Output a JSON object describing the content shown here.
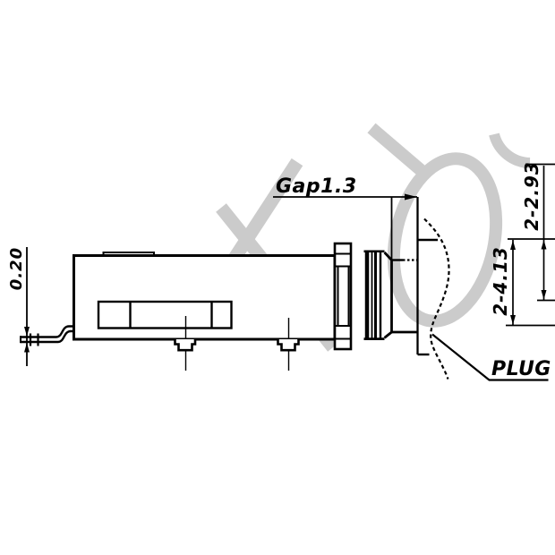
{
  "drawing": {
    "type": "engineering-cross-section",
    "subject": "audio jack connector with mating plug",
    "dimensions": {
      "gap": "Gap1.3",
      "lead_thickness": "0.20",
      "right_upper": "2-2.93",
      "right_lower": "2-4.13"
    },
    "callouts": {
      "plug": "PLUG"
    },
    "colors": {
      "line": "#000000",
      "background": "#ffffff",
      "watermark": "#cbcbcb"
    }
  }
}
